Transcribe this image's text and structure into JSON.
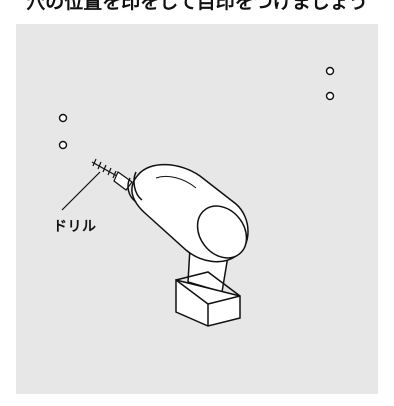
{
  "caption": "穴の位置を印をして目印をつけましょう",
  "illustration": {
    "drill_label": "ドリル",
    "panel_color": "#e7e7e7",
    "line_color": "#111111",
    "drill_fill": "#ffffff",
    "hole_count": 4
  }
}
